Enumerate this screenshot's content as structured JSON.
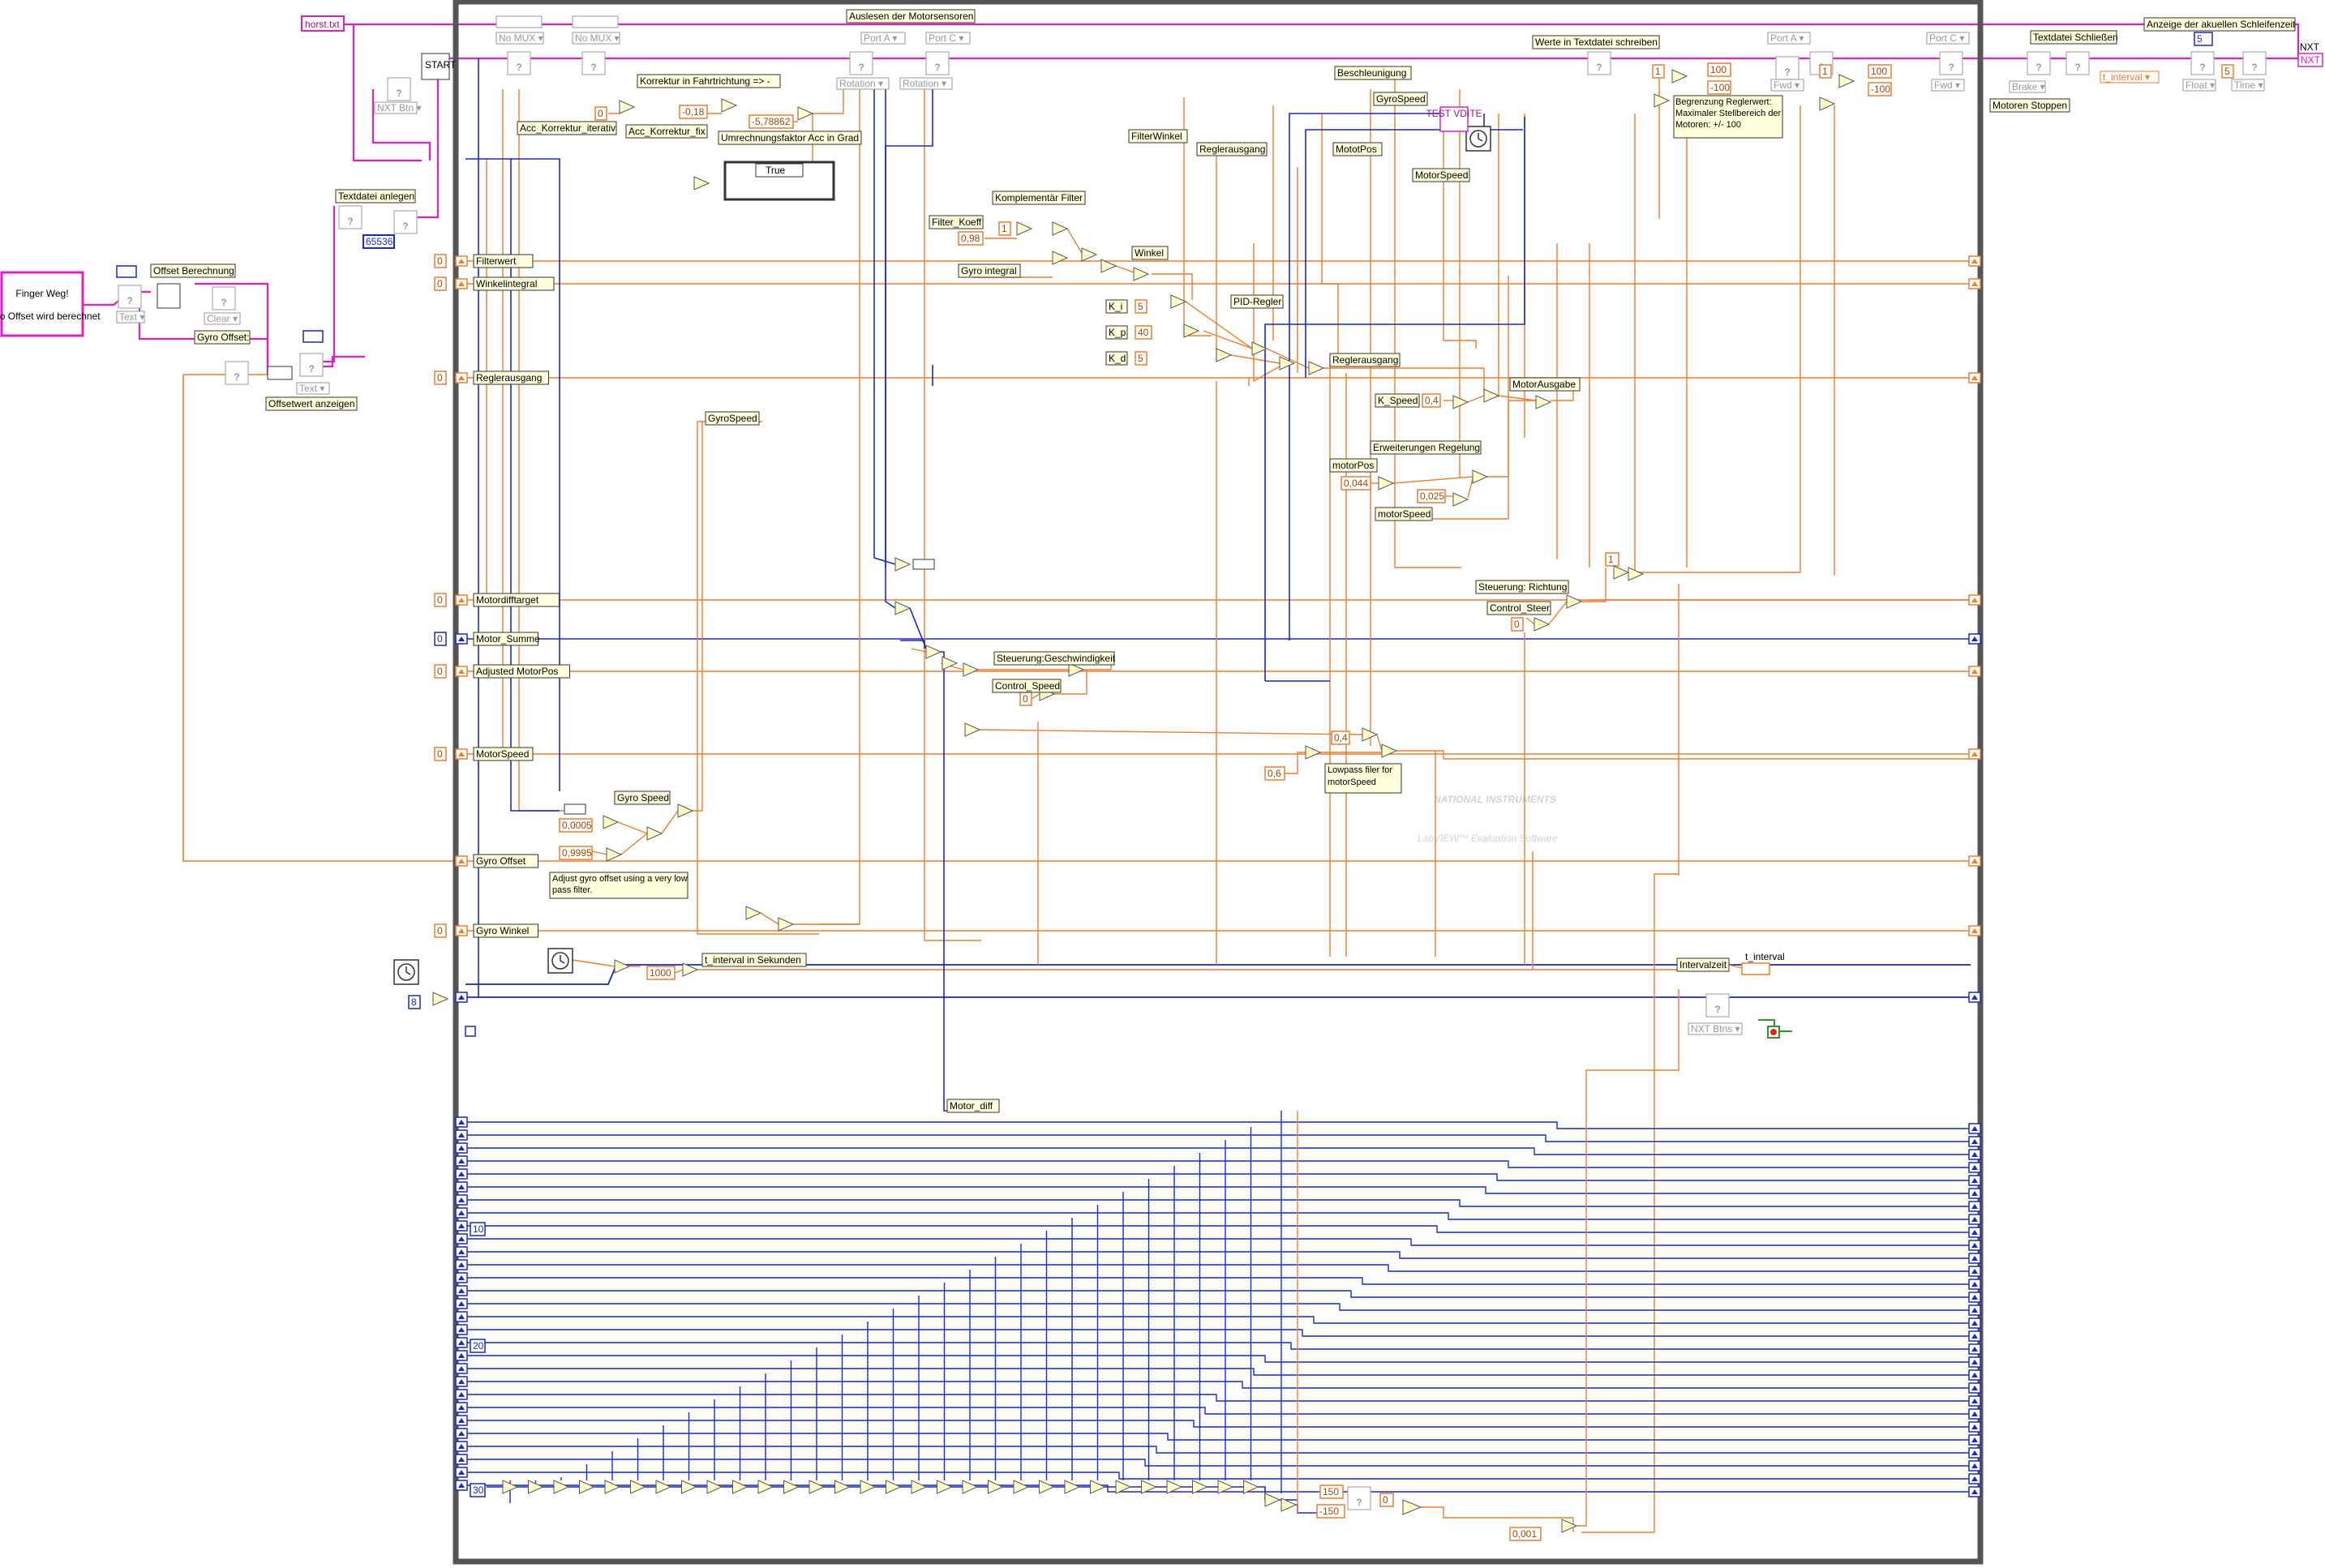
{
  "labels": {
    "file_name": "horst.txt",
    "auslesen": "Auslesen der Motorsensoren",
    "korrektur": "Korrektur in Fahrtrichtung => -",
    "acc_iterativ": "Acc_Korrektur_iterativ",
    "acc_fix": "Acc_Korrektur_fix",
    "umrechnung": "Umrechnungsfaktor Acc in Grad",
    "werte_schreiben": "Werte in Textdatei schreiben",
    "textdatei_schliessen": "Textdatei Schließen",
    "anzeige_schleifenzeit": "Anzeige der akuellen Schleifenzeit",
    "nxt": "NXT",
    "motoren_stoppen": "Motoren Stoppen",
    "begrenzung": "Begrenzung Reglerwert: Maximaler Stellbereich der Motoren: +/- 100",
    "beschleunigung": "Beschleunigung",
    "gyrospeed_top": "GyroSpeed",
    "filterwinkel": "FilterWinkel",
    "reglerausgang_top": "Reglerausgang",
    "motorpos": "MototPos",
    "motorspeed_top": "MotorSpeed",
    "finger_weg": "Finger Weg!",
    "gyro_offset_wird": "Gyro Offset wird berechnet",
    "offset_berechnung": "Offset Berechnung",
    "gyro_offset_label": "Gyro Offset:",
    "offsetwert_anzeigen": "Offsetwert anzeigen",
    "textdatei_anlegen": "Textdatei anlegen",
    "start": "START",
    "val_65536": "65536",
    "komplementaer": "Komplementär Filter",
    "filter_koeff": "Filter_Koeff",
    "gyro_integral": "Gyro integral",
    "winkel": "Winkel",
    "pid_regler": "PID-Regler",
    "k_i": "K_i",
    "k_p": "K_p",
    "k_d": "K_d",
    "reglerausgang": "Reglerausgang",
    "k_speed": "K_Speed",
    "motorausgabe": "MotorAusgabe",
    "erweiterungen": "Erweiterungen Regelung",
    "motorpos_lower": "motorPos",
    "motorspeed_lower": "motorSpeed",
    "steuerung_richtung": "Steuerung: Richtung",
    "control_steer": "Control_Steer",
    "steuerung_geschw": "Steuerung:Geschwindigkeit",
    "control_speed": "Control_Speed",
    "lowpass": "Lowpass filer for motorSpeed",
    "gyro_speed": "Gyro Speed",
    "adjust_gyro": "Adjust gyro offset using a very low pass filter.",
    "t_interval_sek": "t_interval in Sekunden",
    "intervalzeit": "Intervalzeit",
    "t_interval": "t_interval",
    "motor_diff": "Motor_diff",
    "watermark_brand": "NATIONAL INSTRUMENTS",
    "watermark_sub": "LabVIEW™ Evaluation Software",
    "true_case": "True",
    "test_vdite": "TEST VDITE"
  },
  "shift_registers": [
    "Filterwert",
    "Winkelintegral",
    "Reglerausgang",
    "Motordifftarget",
    "Motor_Summe",
    "Adjusted MotorPos",
    "MotorSpeed",
    "Gyro Offset",
    "Gyro Winkel"
  ],
  "constants": {
    "c_0": "0",
    "c_0_18": "-0,18",
    "c_5_78862": "-5,78862",
    "c_1": "1",
    "c_0_98": "0,98",
    "c_5": "5",
    "c_40": "40",
    "c_0_4": "0,4",
    "c_0_044": "0,044",
    "c_0_025": "0,025",
    "c_100": "100",
    "c_m100": "-100",
    "c_0_0005": "0,0005",
    "c_0_9995": "0,9995",
    "c_1000": "1000",
    "c_0_6": "0,6",
    "c_150": "150",
    "c_m150": "-150",
    "c_0_001": "0,001",
    "c_10": "10",
    "c_20": "20",
    "c_30": "30",
    "c_8": "8"
  },
  "node_rings": {
    "no_mux": "No MUX",
    "port_a": "Port A",
    "port_c": "Port C",
    "rotation": "Rotation",
    "fwd": "Fwd",
    "brake": "Brake",
    "float": "Float",
    "time": "Time",
    "nxt_btn": "NXT Btn",
    "nxt_btns": "NXT Btns",
    "text": "Text",
    "clear": "Clear",
    "t_interval_ring": "t_interval"
  },
  "colors": {
    "orange": "#ef7d2b",
    "blue": "#1a28c8",
    "pink": "#e020c0",
    "green": "#2a9a2a",
    "frame": "#555555"
  }
}
